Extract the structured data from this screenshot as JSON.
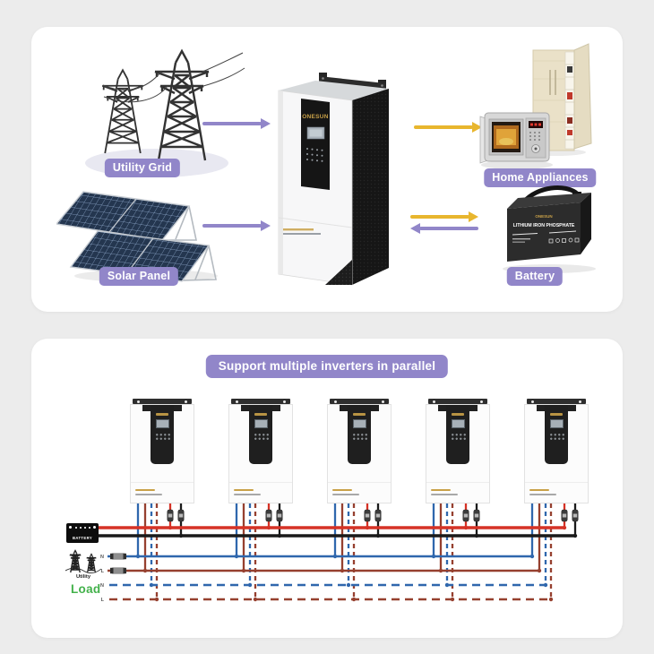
{
  "top_card": {
    "utility_grid_label": "Utility Grid",
    "solar_panel_label": "Solar Panel",
    "home_appliances_label": "Home Appliances",
    "battery_label": "Battery",
    "inverter_brand": "ONESUN",
    "battery_brand": "ONESUN",
    "battery_text": "LITHIUM IRON PHOSPHATE"
  },
  "bottom_card": {
    "title": "Support multiple inverters in parallel",
    "inverter_count": 5,
    "battery_icon_label": "BATTERY",
    "utility_icon_label": "Utility",
    "load_label": "Load",
    "utility_wire_labels": {
      "n": "N",
      "l": "L"
    },
    "load_wire_labels": {
      "n": "N",
      "l": "L"
    }
  },
  "colors": {
    "accent_purple": "#9186c9",
    "arrow_yellow": "#e8b62e",
    "battery_positive_red": "#d63226",
    "battery_negative_black": "#1a1a1a",
    "utility_neutral_blue": "#2f67ad",
    "utility_live_brown": "#96402f",
    "load_green": "#43b14b",
    "brand_gold": "#c9a148"
  }
}
